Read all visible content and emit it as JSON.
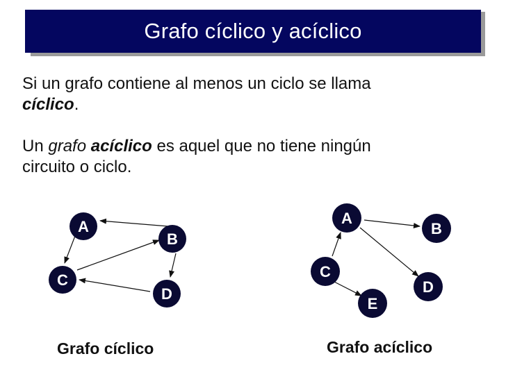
{
  "title": "Grafo cíclico y acíclico",
  "paragraph1": {
    "line1": "Si un grafo contiene al menos un ciclo se llama",
    "bold_italic": "cíclico",
    "end": "."
  },
  "paragraph2": {
    "lead": "Un ",
    "italic": "grafo",
    "bold_italic": "acíclico",
    "rest": " es aquel que no tiene ningún",
    "line2": "circuito o ciclo."
  },
  "cyclic_graph": {
    "caption": "Grafo cíclico",
    "nodes": [
      "A",
      "B",
      "C",
      "D"
    ],
    "edges": [
      [
        "B",
        "A"
      ],
      [
        "A",
        "C"
      ],
      [
        "C",
        "B"
      ],
      [
        "B",
        "D"
      ],
      [
        "D",
        "C"
      ]
    ]
  },
  "acyclic_graph": {
    "caption": "Grafo acíclico",
    "nodes": [
      "A",
      "B",
      "C",
      "D",
      "E"
    ],
    "edges": [
      [
        "A",
        "B"
      ],
      [
        "A",
        "D"
      ],
      [
        "C",
        "A"
      ],
      [
        "C",
        "E"
      ]
    ]
  },
  "colors": {
    "title_bg": "#04065f",
    "node_fill": "#0a0a33",
    "node_text": "#ffffff"
  }
}
